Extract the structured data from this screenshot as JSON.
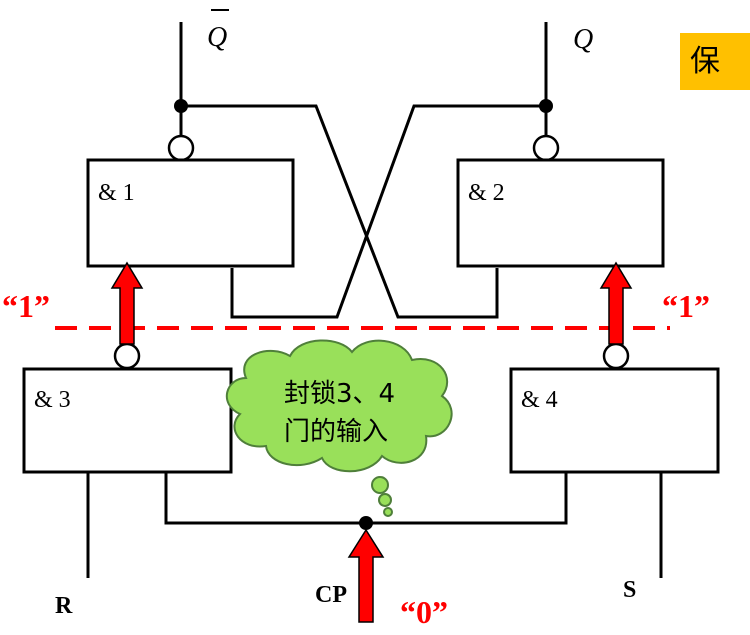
{
  "tag": {
    "text": "保"
  },
  "outputs": {
    "q_bar": "Q",
    "q": "Q"
  },
  "gates": {
    "g1": "& 1",
    "g2": "& 2",
    "g3": "& 3",
    "g4": "& 4"
  },
  "inputs": {
    "r": "R",
    "cp": "CP",
    "s": "S"
  },
  "levels": {
    "left_high": "“1”",
    "right_high": "“1”",
    "cp_low": "“0”"
  },
  "callout": {
    "line1": "封锁3、4",
    "line2": "门的输入"
  },
  "colors": {
    "arrow": "#ff0000",
    "dashed_line": "#ff0000",
    "cloud": "#99e05a",
    "tag_bg": "#ffc000"
  }
}
